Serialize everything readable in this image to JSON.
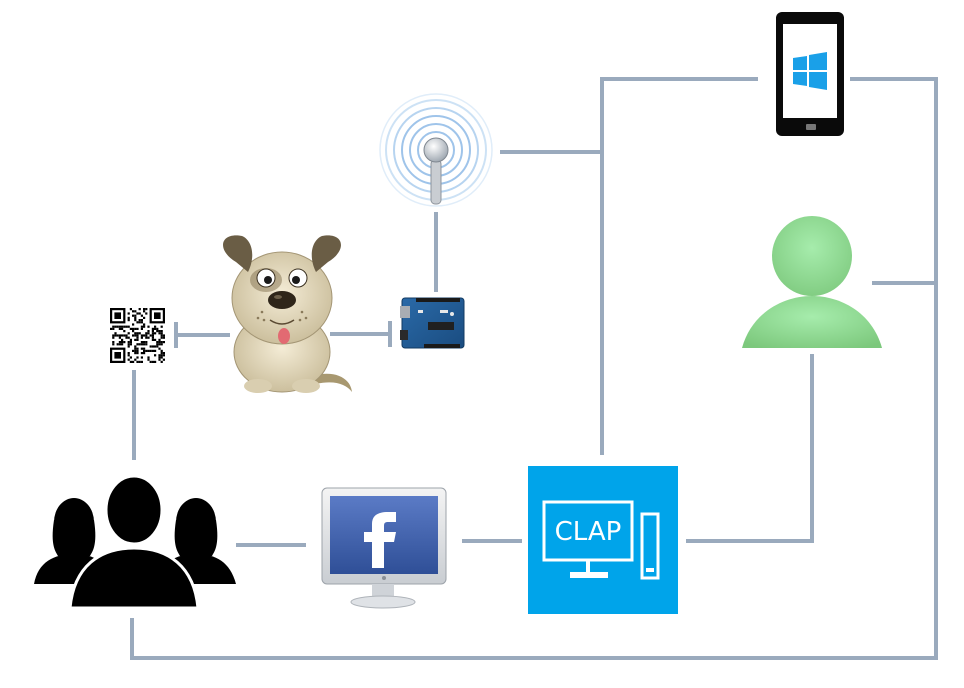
{
  "diagram": {
    "nodes": [
      {
        "id": "windows-phone",
        "icon": "windows-phone-icon"
      },
      {
        "id": "wireless-antenna",
        "icon": "wireless-antenna-icon"
      },
      {
        "id": "user",
        "icon": "user-silhouette-icon"
      },
      {
        "id": "dog",
        "icon": "dog-icon"
      },
      {
        "id": "arduino-board",
        "icon": "arduino-board-icon"
      },
      {
        "id": "qr-code",
        "icon": "qr-code-icon"
      },
      {
        "id": "group-of-people",
        "icon": "group-people-icon"
      },
      {
        "id": "facebook-monitor",
        "icon": "facebook-monitor-icon"
      },
      {
        "id": "clap-system",
        "icon": "computer-icon",
        "label": "CLAP"
      }
    ],
    "edges": [
      {
        "from": "wireless-antenna",
        "to": "arduino-board"
      },
      {
        "from": "wireless-antenna",
        "to": "windows-phone"
      },
      {
        "from": "wireless-antenna",
        "to": "clap-system"
      },
      {
        "from": "dog",
        "to": "arduino-board"
      },
      {
        "from": "dog",
        "to": "qr-code"
      },
      {
        "from": "qr-code",
        "to": "group-of-people"
      },
      {
        "from": "group-of-people",
        "to": "facebook-monitor"
      },
      {
        "from": "facebook-monitor",
        "to": "clap-system"
      },
      {
        "from": "clap-system",
        "to": "user"
      },
      {
        "from": "windows-phone",
        "to": "group-of-people"
      },
      {
        "from": "user",
        "to": "group-of-people"
      }
    ],
    "colors": {
      "connector": "#9aaabd",
      "clap_tile": "#00a4ea",
      "user": "#8fd88f",
      "windows_logo": "#1aa0e8",
      "facebook": "#3b5ba5"
    }
  }
}
